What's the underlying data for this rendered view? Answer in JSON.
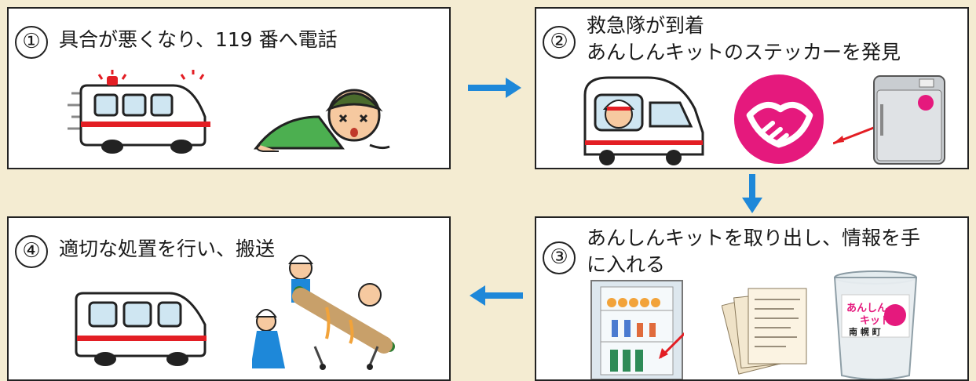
{
  "steps": [
    {
      "number": "①",
      "title_line1": "具合が悪くなり、119 番へ電話",
      "title_line2": ""
    },
    {
      "number": "②",
      "title_line1": "救急隊が到着",
      "title_line2": "あんしんキットのステッカーを発見"
    },
    {
      "number": "③",
      "title_line1": "あんしんキットを取り出し、情報を手",
      "title_line2": "に入れる"
    },
    {
      "number": "④",
      "title_line1": "適切な処置を行い、搬送",
      "title_line2": ""
    }
  ],
  "kit_label": {
    "line1": "あんしん",
    "line2": "キット",
    "town": "南 幌 町"
  },
  "colors": {
    "arrow": "#1e88d9",
    "sticker": "#e5197d",
    "ambulance_stripe": "#e31e24"
  }
}
